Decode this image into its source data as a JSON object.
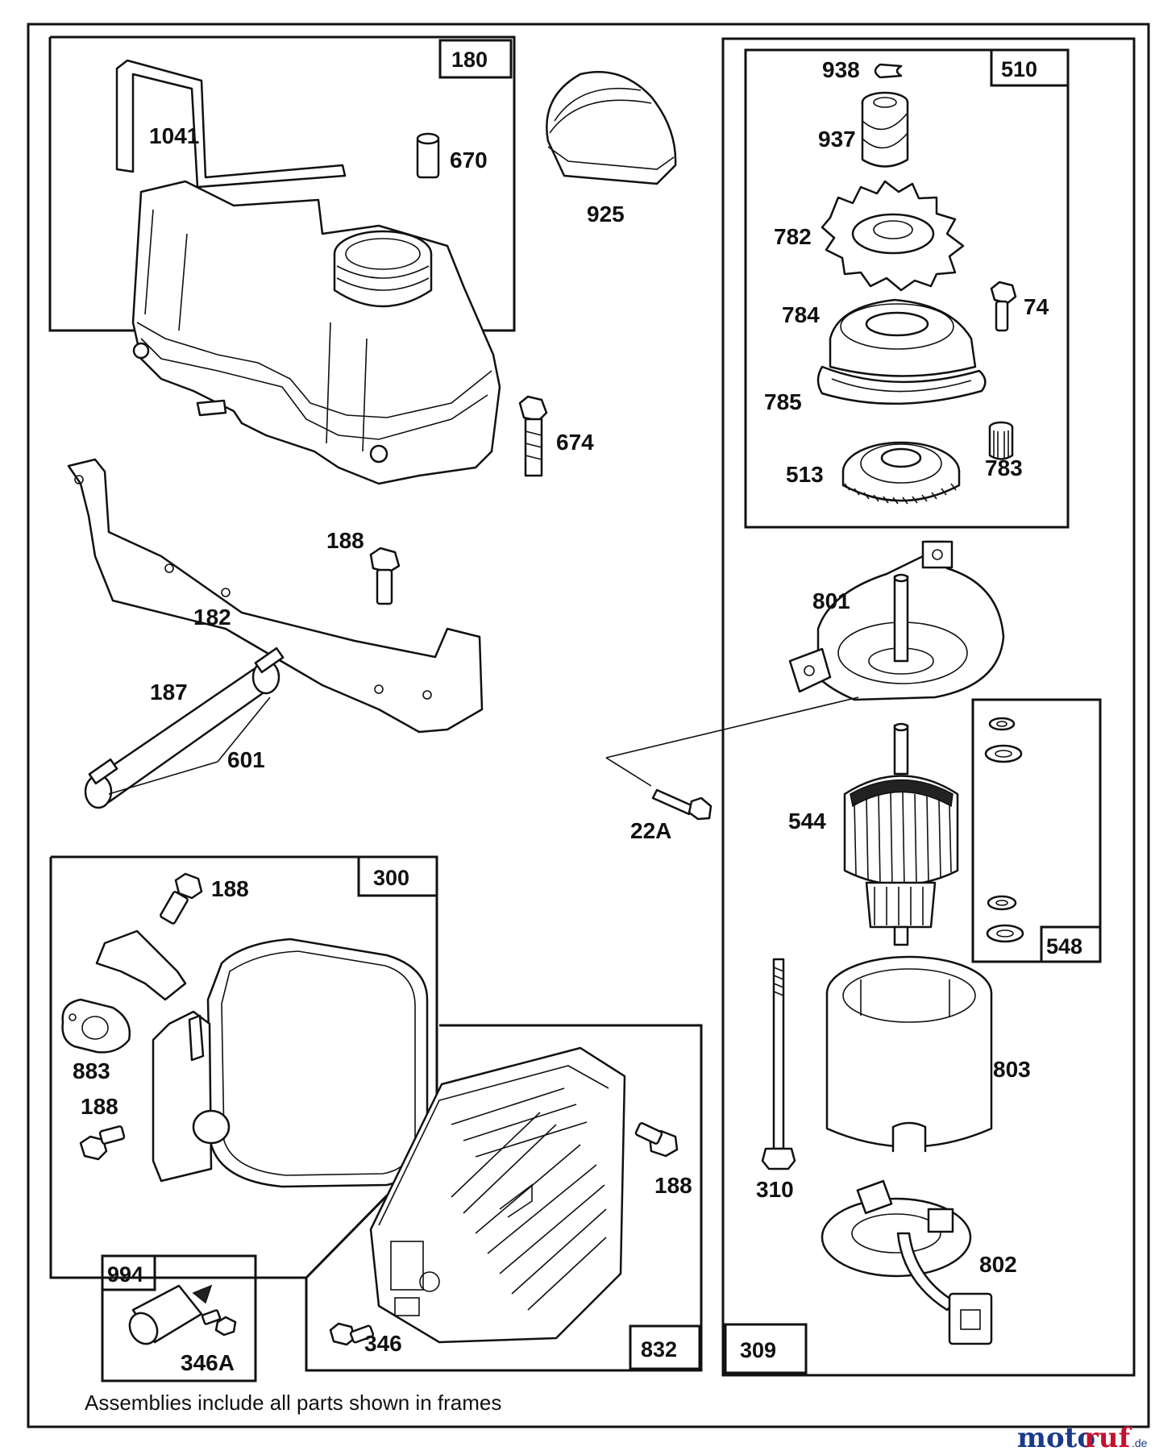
{
  "frames": {
    "f180": "180",
    "f510": "510",
    "f300": "300",
    "f548": "548",
    "f994": "994",
    "f832": "832",
    "f309": "309"
  },
  "parts": {
    "p1041": "1041",
    "p670": "670",
    "p925": "925",
    "p674": "674",
    "p188a": "188",
    "p182": "182",
    "p187": "187",
    "p601": "601",
    "p938": "938",
    "p937": "937",
    "p782": "782",
    "p74": "74",
    "p784": "784",
    "p785": "785",
    "p513": "513",
    "p783": "783",
    "p801": "801",
    "p22A": "22A",
    "p544": "544",
    "p188b": "188",
    "p883": "883",
    "p188c": "188",
    "p188d": "188",
    "p803": "803",
    "p310": "310",
    "p802": "802",
    "p346": "346",
    "p346A": "346A"
  },
  "footnote": "Assemblies include all parts shown in frames",
  "watermark": {
    "part1": "moto",
    "part2": "ruf",
    "suffix": ".de"
  }
}
